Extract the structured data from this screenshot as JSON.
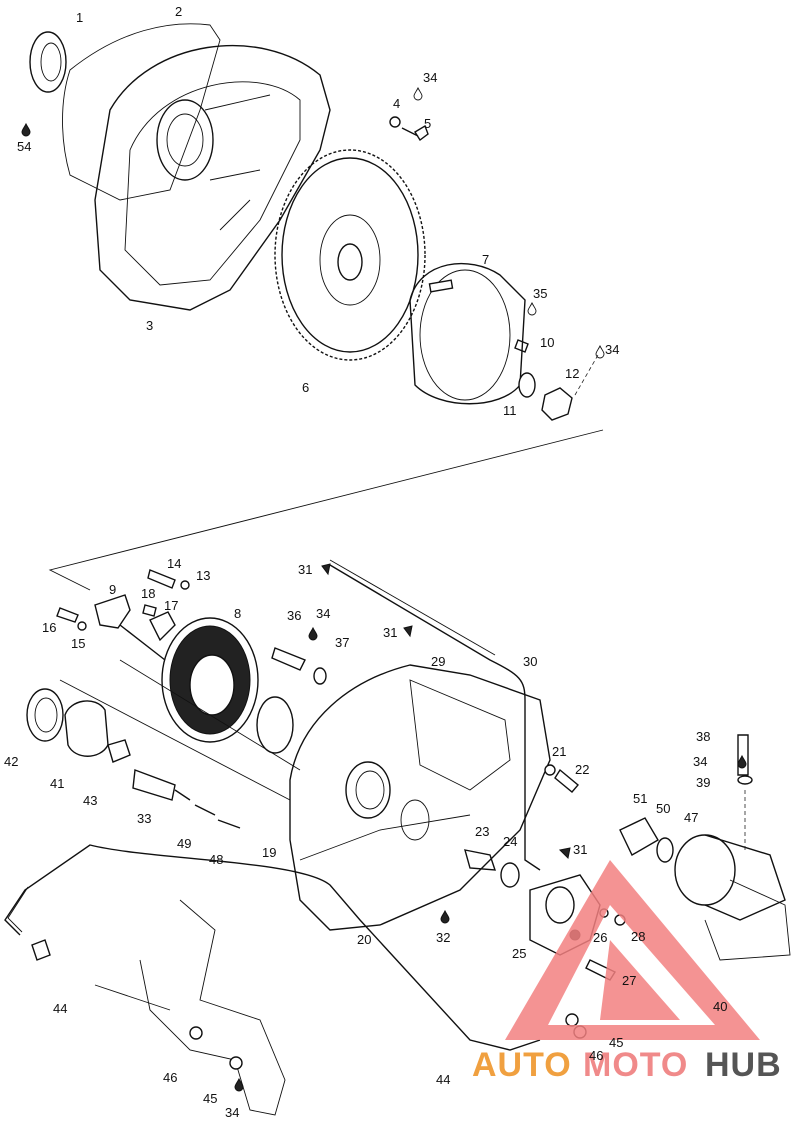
{
  "labels": [
    "1",
    "2",
    "3",
    "4",
    "5",
    "6",
    "7",
    "8",
    "9",
    "10",
    "11",
    "12",
    "13",
    "14",
    "15",
    "16",
    "17",
    "18",
    "19",
    "20",
    "21",
    "22",
    "23",
    "24",
    "25",
    "26",
    "27",
    "28",
    "29",
    "30",
    "31",
    "32",
    "33",
    "34",
    "35",
    "36",
    "37",
    "38",
    "39",
    "40",
    "41",
    "42",
    "43",
    "44",
    "45",
    "46",
    "47",
    "48",
    "49",
    "50",
    "51",
    "54"
  ],
  "watermark": {
    "auto": "AUTO",
    "moto": "MOTO",
    "hub": "HUB"
  },
  "colors": {
    "triangle": "#f28080",
    "auto": "#f0a040",
    "hub": "#555555"
  }
}
